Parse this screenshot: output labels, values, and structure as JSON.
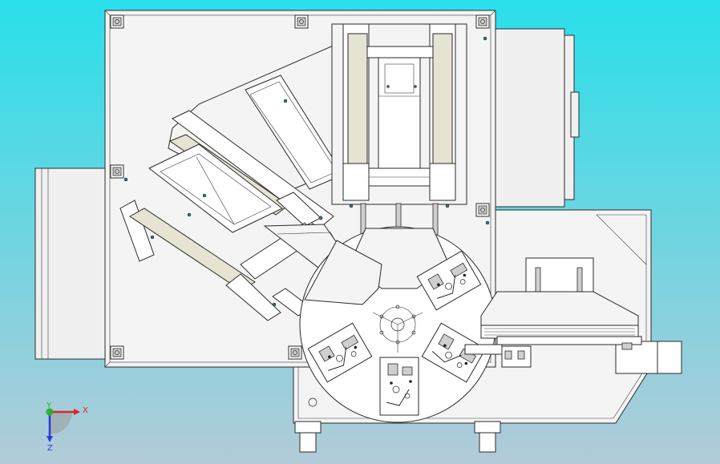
{
  "background": {
    "top_color": "#29dfea",
    "bottom_color": "#b3cbd8"
  },
  "triad": {
    "x_label": "X",
    "y_label": "Y",
    "z_label": "Z",
    "x_color": "#d8262a",
    "y_color": "#2ab02a",
    "z_color": "#2a3ad8"
  }
}
